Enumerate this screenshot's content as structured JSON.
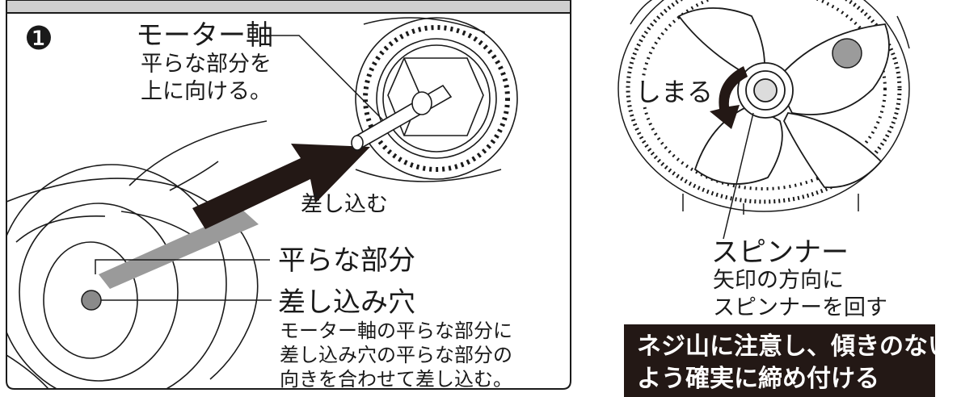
{
  "step": {
    "number": "❶"
  },
  "left_panel": {
    "motor_shaft": {
      "title": "モーター軸",
      "note_lines": [
        "平らな部分を",
        "上に向ける。"
      ]
    },
    "insert_label": "差し込む",
    "flat_part_label": "平らな部分",
    "insert_hole": {
      "title": "差し込み穴",
      "note_lines": [
        "モーター軸の平らな部分に",
        "差し込み穴の平らな部分の",
        "向きを合わせて差し込む。"
      ]
    }
  },
  "right_panel": {
    "tighten_label": "しまる",
    "spinner": {
      "title": "スピンナー",
      "note_lines": [
        "矢印の方向に",
        "スピンナーを回す"
      ]
    },
    "warning_lines": [
      "ネジ山に注意し、傾きのない",
      "よう確実に締め付ける"
    ]
  },
  "colors": {
    "line": "#1a1a1a",
    "arrow_dark": "#231815",
    "arrow_grey": "#9a9a9a",
    "header_fill": "#cfcfcf",
    "hole_grey": "#8a8a8a",
    "dot_grey": "#9b9b9b",
    "warning_bg": "#231815",
    "warning_text": "#ffffff"
  }
}
